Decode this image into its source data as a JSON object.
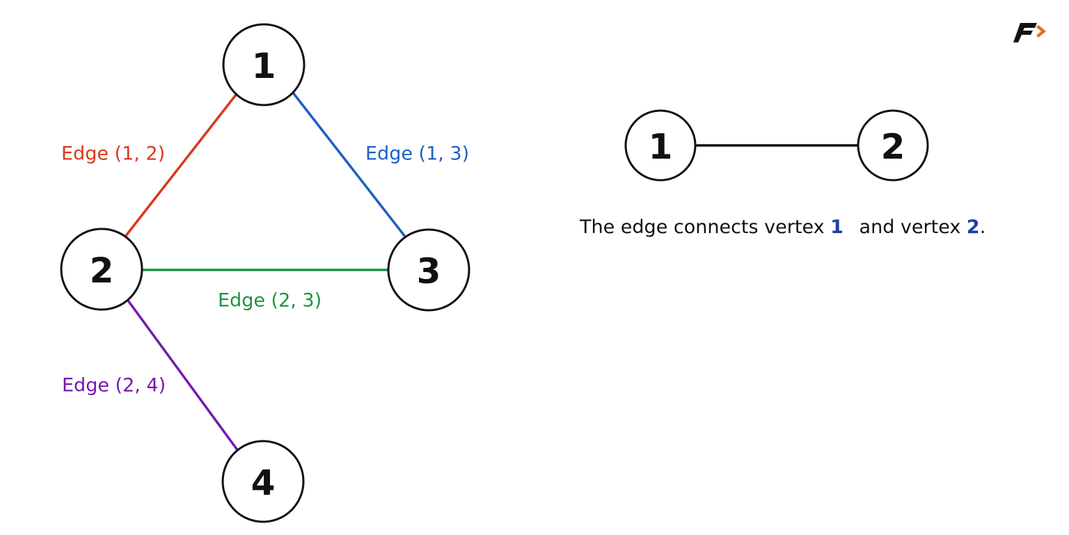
{
  "graph": {
    "nodes": [
      {
        "id": "1",
        "label": "1"
      },
      {
        "id": "2",
        "label": "2"
      },
      {
        "id": "3",
        "label": "3"
      },
      {
        "id": "4",
        "label": "4"
      }
    ],
    "edges": [
      {
        "from": "1",
        "to": "2",
        "label": "Edge (1, 2)",
        "color": "#d9381e"
      },
      {
        "from": "1",
        "to": "3",
        "label": "Edge (1, 3)",
        "color": "#1f5fc4"
      },
      {
        "from": "2",
        "to": "3",
        "label": "Edge (2, 3)",
        "color": "#1a9440"
      },
      {
        "from": "2",
        "to": "4",
        "label": "Edge (2, 4)",
        "color": "#7419b0"
      }
    ]
  },
  "example": {
    "node_a": "1",
    "node_b": "2",
    "edge_color": "#111111"
  },
  "caption": {
    "prefix": "The edge connects vertex",
    "vertex_a": "1",
    "middle": "and vertex",
    "vertex_b": "2",
    "suffix": ".",
    "highlight_color": "#1f3fa6"
  },
  "logo": {
    "icon": "brand-logo-icon",
    "colors": [
      "#111111",
      "#e8692a"
    ]
  }
}
